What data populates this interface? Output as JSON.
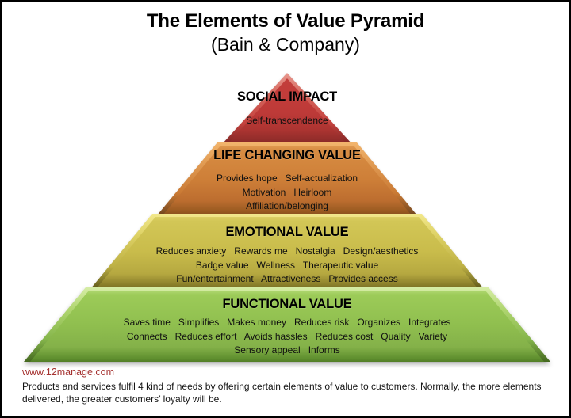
{
  "slide": {
    "title": "The Elements of Value Pyramid",
    "subtitle": "(Bain & Company)"
  },
  "pyramid": {
    "levels": [
      {
        "name": "SOCIAL IMPACT",
        "color": "#BE3A38",
        "lines": [
          [
            "Self-transcendence"
          ]
        ]
      },
      {
        "name": "LIFE CHANGING VALUE",
        "color": "#CE7F38",
        "lines": [
          [
            "Provides hope",
            "Self-actualization"
          ],
          [
            "Motivation",
            "Heirloom"
          ],
          [
            "Affiliation/belonging"
          ]
        ]
      },
      {
        "name": "EMOTIONAL VALUE",
        "color": "#C9BC4B",
        "lines": [
          [
            "Reduces anxiety",
            "Rewards me",
            "Nostalgia",
            "Design/aesthetics"
          ],
          [
            "Badge value",
            "Wellness",
            "Therapeutic value"
          ],
          [
            "Fun/entertainment",
            "Attractiveness",
            "Provides access"
          ]
        ]
      },
      {
        "name": "FUNCTIONAL VALUE",
        "color": "#90BF4F",
        "lines": [
          [
            "Saves time",
            "Simplifies",
            "Makes money",
            "Reduces risk",
            "Organizes",
            "Integrates"
          ],
          [
            "Connects",
            "Reduces effort",
            "Avoids hassles",
            "Reduces cost",
            "Quality",
            "Variety"
          ],
          [
            "Sensory appeal",
            "Informs"
          ]
        ]
      }
    ]
  },
  "footer": {
    "link": "www.12manage.com",
    "link_color": "#A53230",
    "description_lines": [
      "Products and services fulfil 4 kind of needs by offering certain elements of value to customers. Normally, the more elements",
      "delivered, the greater customers’ loyalty will be."
    ]
  }
}
